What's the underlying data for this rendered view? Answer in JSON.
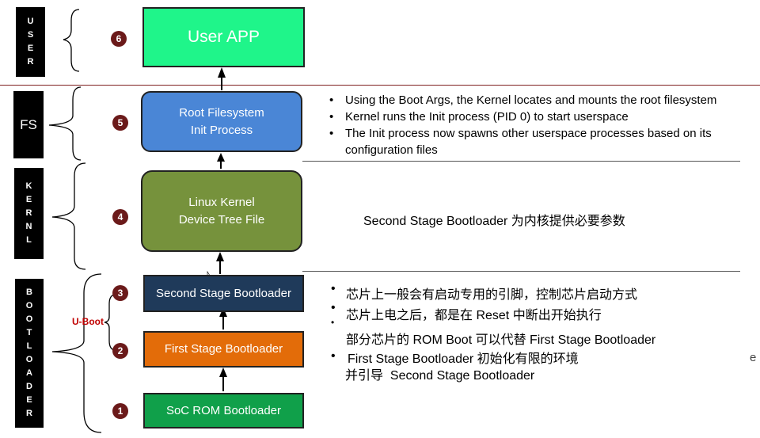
{
  "layers": [
    {
      "id": "user",
      "letters": [
        "U",
        "S",
        "E",
        "R"
      ]
    },
    {
      "id": "fs",
      "label": "FS"
    },
    {
      "id": "kernel",
      "letters": [
        "K",
        "E",
        "R",
        "N",
        "L"
      ]
    },
    {
      "id": "bootloader",
      "letters": [
        "B",
        "O",
        "O",
        "T",
        "L",
        "O",
        "A",
        "D",
        "E",
        "R"
      ]
    }
  ],
  "stages": {
    "user_app": {
      "num": "6",
      "line1": "User APP",
      "color": "#1ff58a"
    },
    "rootfs": {
      "num": "5",
      "line1": "Root Filesystem",
      "line2": "Init Process",
      "color": "#4a86d6"
    },
    "kernel": {
      "num": "4",
      "line1": "Linux Kernel",
      "line2": "Device Tree File",
      "color": "#76923c"
    },
    "second_stage": {
      "num": "3",
      "line1": "Second Stage Bootloader",
      "color": "#1f3a5a"
    },
    "first_stage": {
      "num": "2",
      "line1": "First Stage Bootloader",
      "color": "#e36c09"
    },
    "soc_rom": {
      "num": "1",
      "line1": "SoC ROM Bootloader",
      "color": "#10a04a"
    }
  },
  "uboot_label": "U-Boot",
  "fs_notes": [
    "Using the Boot Args, the Kernel locates and mounts the root filesystem",
    "Kernel runs the Init process (PID 0) to start userspace",
    "The Init process now spawns other userspace processes based on its",
    "configuration files"
  ],
  "kernel_note": "Second Stage Bootloader 为内核提供必要参数",
  "boot_notes": [
    "芯片上一般会有启动专用的引脚，控制芯片启动方式",
    "芯片上电之后，都是在 Reset 中断出开始执行",
    "部分芯片的 ROM Boot 可以代替 First Stage Bootloader",
    "First Stage Bootloader 初始化有限的环境",
    "并引导  Second Stage Bootloader"
  ],
  "edge_fragment": "e",
  "colors": {
    "badge": "#6b1a1a",
    "uboot": "#c00000",
    "separator_top": "#7f2020"
  }
}
